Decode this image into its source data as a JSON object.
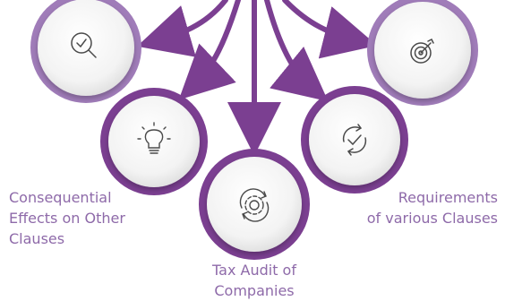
{
  "colors": {
    "ring": "#7b3f91",
    "ring_light": "#9a73b3",
    "arrow": "#7b3f91",
    "label": "#8e6aa9",
    "icon": "#4a4a4a"
  },
  "nodes": [
    {
      "id": "search",
      "icon": "magnifier-check-icon",
      "label_lines": []
    },
    {
      "id": "target",
      "icon": "target-arrow-icon",
      "label_lines": []
    },
    {
      "id": "bulb",
      "icon": "lightbulb-icon",
      "label_lines": [
        "Consequential",
        "Effects on Other",
        "Clauses"
      ]
    },
    {
      "id": "gear",
      "icon": "gear-cycle-icon",
      "label_lines": [
        "Tax Audit of",
        "Companies"
      ]
    },
    {
      "id": "refresh",
      "icon": "refresh-check-icon",
      "label_lines": [
        "Requirements",
        "of various Clauses"
      ]
    }
  ]
}
